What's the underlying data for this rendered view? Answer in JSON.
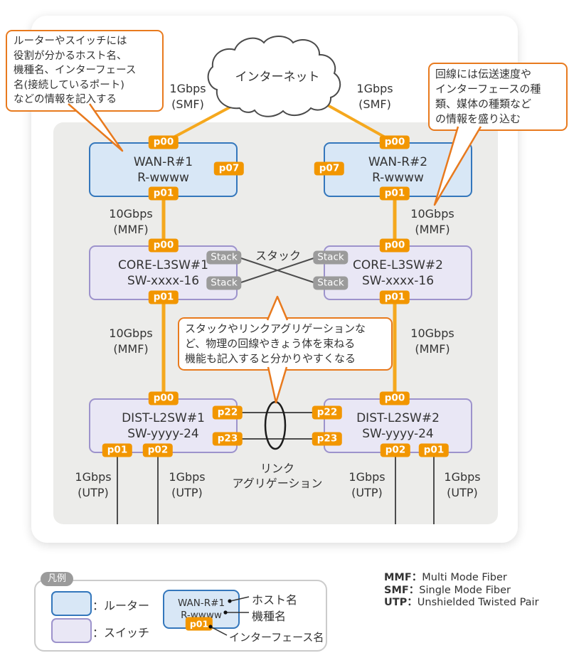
{
  "colors": {
    "accent_orange": "#F29600",
    "line_orange": "#F5A81E",
    "callout_border": "#E87A1E",
    "router_fill": "#D8E7F6",
    "router_border": "#3477BC",
    "switch_fill": "#E9E7F5",
    "switch_border": "#9D93CC",
    "stack_gray": "#9B9B9B",
    "panel_gray": "#ECECEA"
  },
  "cloud": {
    "label": "インターネット"
  },
  "callout_device": {
    "lines": [
      "ルーターやスイッチには",
      "役割が分かるホスト名、",
      "機種名、インターフェース",
      "名(接続しているポート)",
      "などの情報を記入する"
    ]
  },
  "callout_line": {
    "lines": [
      "回線には伝送速度や",
      "インターフェースの種",
      "類、媒体の種類など",
      "の情報を盛り込む"
    ]
  },
  "callout_bundle": {
    "lines": [
      "スタックやリンクアグリゲーションな",
      "ど、物理の回線やきょう体を束ねる",
      "機能も記入すると分かりやすくなる"
    ]
  },
  "devices": {
    "wan1": {
      "host": "WAN-R#1",
      "model": "R-wwww",
      "p_top": "p00",
      "p_side": "p07",
      "p_bottom": "p01"
    },
    "wan2": {
      "host": "WAN-R#2",
      "model": "R-wwww",
      "p_top": "p00",
      "p_side": "p07",
      "p_bottom": "p01"
    },
    "core1": {
      "host": "CORE-L3SW#1",
      "model": "SW-xxxx-16",
      "p_top": "p00",
      "p_bottom": "p01",
      "stack": "Stack"
    },
    "core2": {
      "host": "CORE-L3SW#2",
      "model": "SW-xxxx-16",
      "p_top": "p00",
      "p_bottom": "p01",
      "stack": "Stack"
    },
    "dist1": {
      "host": "DIST-L2SW#1",
      "model": "SW-yyyy-24",
      "p_top": "p00",
      "p_r1": "p22",
      "p_r2": "p23",
      "p_d1": "p01",
      "p_d2": "p02"
    },
    "dist2": {
      "host": "DIST-L2SW#2",
      "model": "SW-yyyy-24",
      "p_top": "p00",
      "p_r1": "p22",
      "p_r2": "p23",
      "p_d1": "p02",
      "p_d2": "p01"
    }
  },
  "links": {
    "smf": [
      "1Gbps",
      "(SMF)"
    ],
    "mmf": [
      "10Gbps",
      "(MMF)"
    ],
    "utp": [
      "1Gbps",
      "(UTP)"
    ]
  },
  "labels": {
    "stack": "スタック",
    "link_agg_1": "リンク",
    "link_agg_2": "アグリゲーション"
  },
  "legend": {
    "title": "凡例",
    "router_label": "：ルーター",
    "switch_label": "：スイッチ",
    "example": {
      "host": "WAN-R#1",
      "model": "R-wwww",
      "port": "p01"
    },
    "pointer_host": "ホスト名",
    "pointer_model": "機種名",
    "pointer_iface": "インターフェース名"
  },
  "abbreviations": [
    {
      "abbr": "MMF：",
      "full": "Multi Mode Fiber"
    },
    {
      "abbr": "SMF：",
      "full": "Single Mode Fiber"
    },
    {
      "abbr": "UTP：",
      "full": "Unshielded Twisted Pair"
    }
  ]
}
